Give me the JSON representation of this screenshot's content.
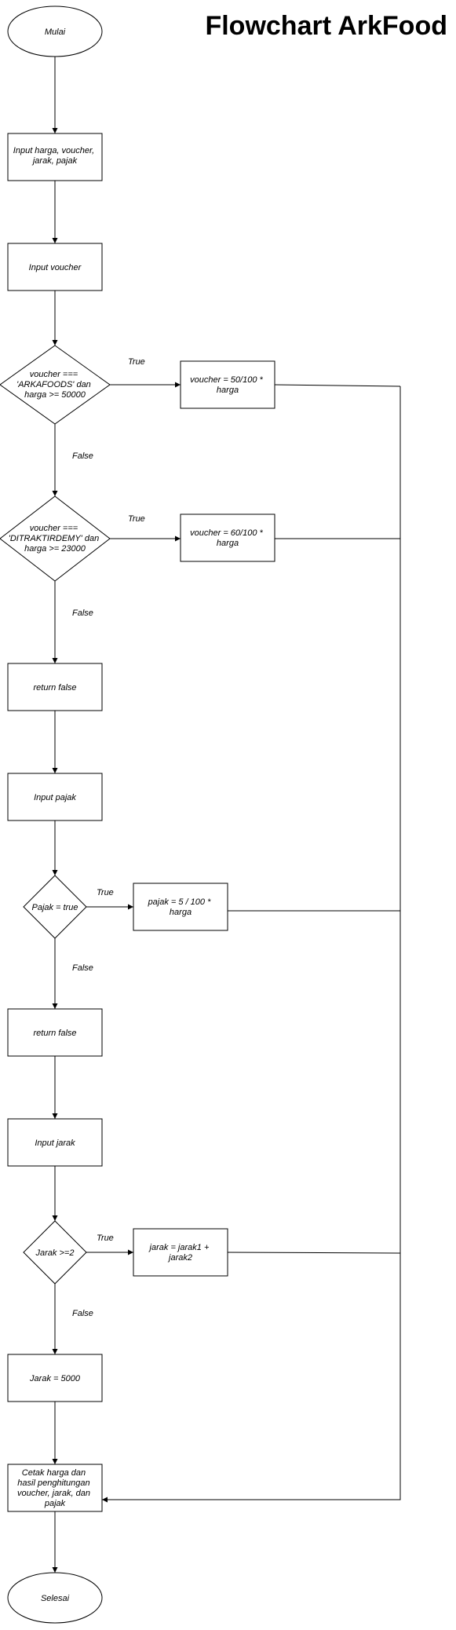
{
  "title": "Flowchart ArkFood",
  "nodes": {
    "start": [
      "Mulai"
    ],
    "input_all": [
      "Input  harga, voucher,",
      "jarak, pajak"
    ],
    "input_voucher": [
      "Input voucher"
    ],
    "cond_arkafoods": [
      "voucher  ===",
      "'ARKAFOODS'  dan",
      "harga >= 50000"
    ],
    "voucher_50": [
      "voucher = 50/100 *",
      "harga"
    ],
    "cond_ditraktirdemy": [
      "voucher  ===",
      "'DITRAKTIRDEMY'  dan",
      "harga >= 23000"
    ],
    "voucher_60": [
      "voucher = 60/100 *",
      "harga"
    ],
    "return_false_1": [
      "return false"
    ],
    "input_pajak": [
      "Input pajak"
    ],
    "cond_pajak": [
      "Pajak = true"
    ],
    "pajak_calc": [
      "pajak = 5 / 100 *",
      "harga"
    ],
    "return_false_2": [
      "return false"
    ],
    "input_jarak": [
      "Input jarak"
    ],
    "cond_jarak": [
      "Jarak >=2"
    ],
    "jarak_calc": [
      "jarak = jarak1 +",
      "jarak2"
    ],
    "jarak_default": [
      "Jarak = 5000"
    ],
    "print_result": [
      "Cetak harga dan",
      "hasil penghitungan",
      "voucher, jarak, dan",
      "pajak"
    ],
    "end": [
      "Selesai"
    ]
  },
  "edge_labels": {
    "true_1": "True",
    "false_1": "False",
    "true_2": "True",
    "false_2": "False",
    "true_3": "True",
    "false_3": "False",
    "true_4": "True",
    "false_4": "False"
  }
}
